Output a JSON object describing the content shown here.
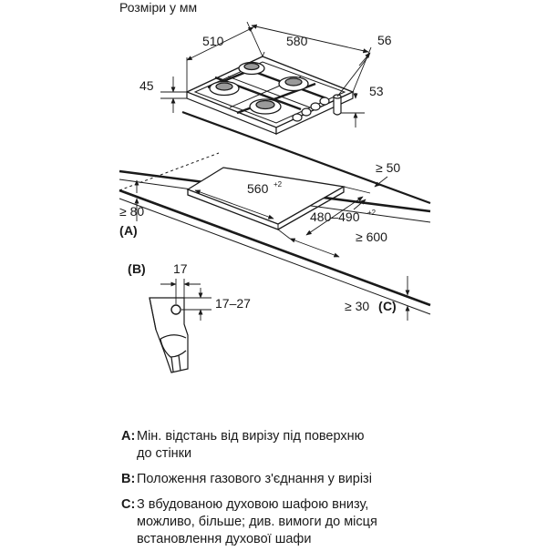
{
  "title": "Розміри у мм",
  "dimensions": {
    "d510": "510",
    "d580": "580",
    "d56": "56",
    "d45": "45",
    "d53": "53",
    "ge50": "≥ 50",
    "cut_width": "560",
    "cut_width_sup": "+2",
    "cut_depth": "480–490",
    "cut_depth_sup": "+2",
    "ge80": "≥ 80",
    "ge600": "≥ 600",
    "b17": "17",
    "b17_27": "17–27",
    "ge30": "≥ 30"
  },
  "markers": {
    "a": "A",
    "b": "B",
    "c": "C"
  },
  "legend": [
    {
      "key": "A:",
      "lines": [
        "Мін. відстань від вирізу під поверхню",
        "до стінки"
      ]
    },
    {
      "key": "B:",
      "lines": [
        "Положення газового з'єднання у вирізі"
      ]
    },
    {
      "key": "C:",
      "lines": [
        "З вбудованою духовою шафою внизу,",
        "можливо, більше; див. вимоги до місця",
        "встановлення духової шафи"
      ]
    }
  ]
}
